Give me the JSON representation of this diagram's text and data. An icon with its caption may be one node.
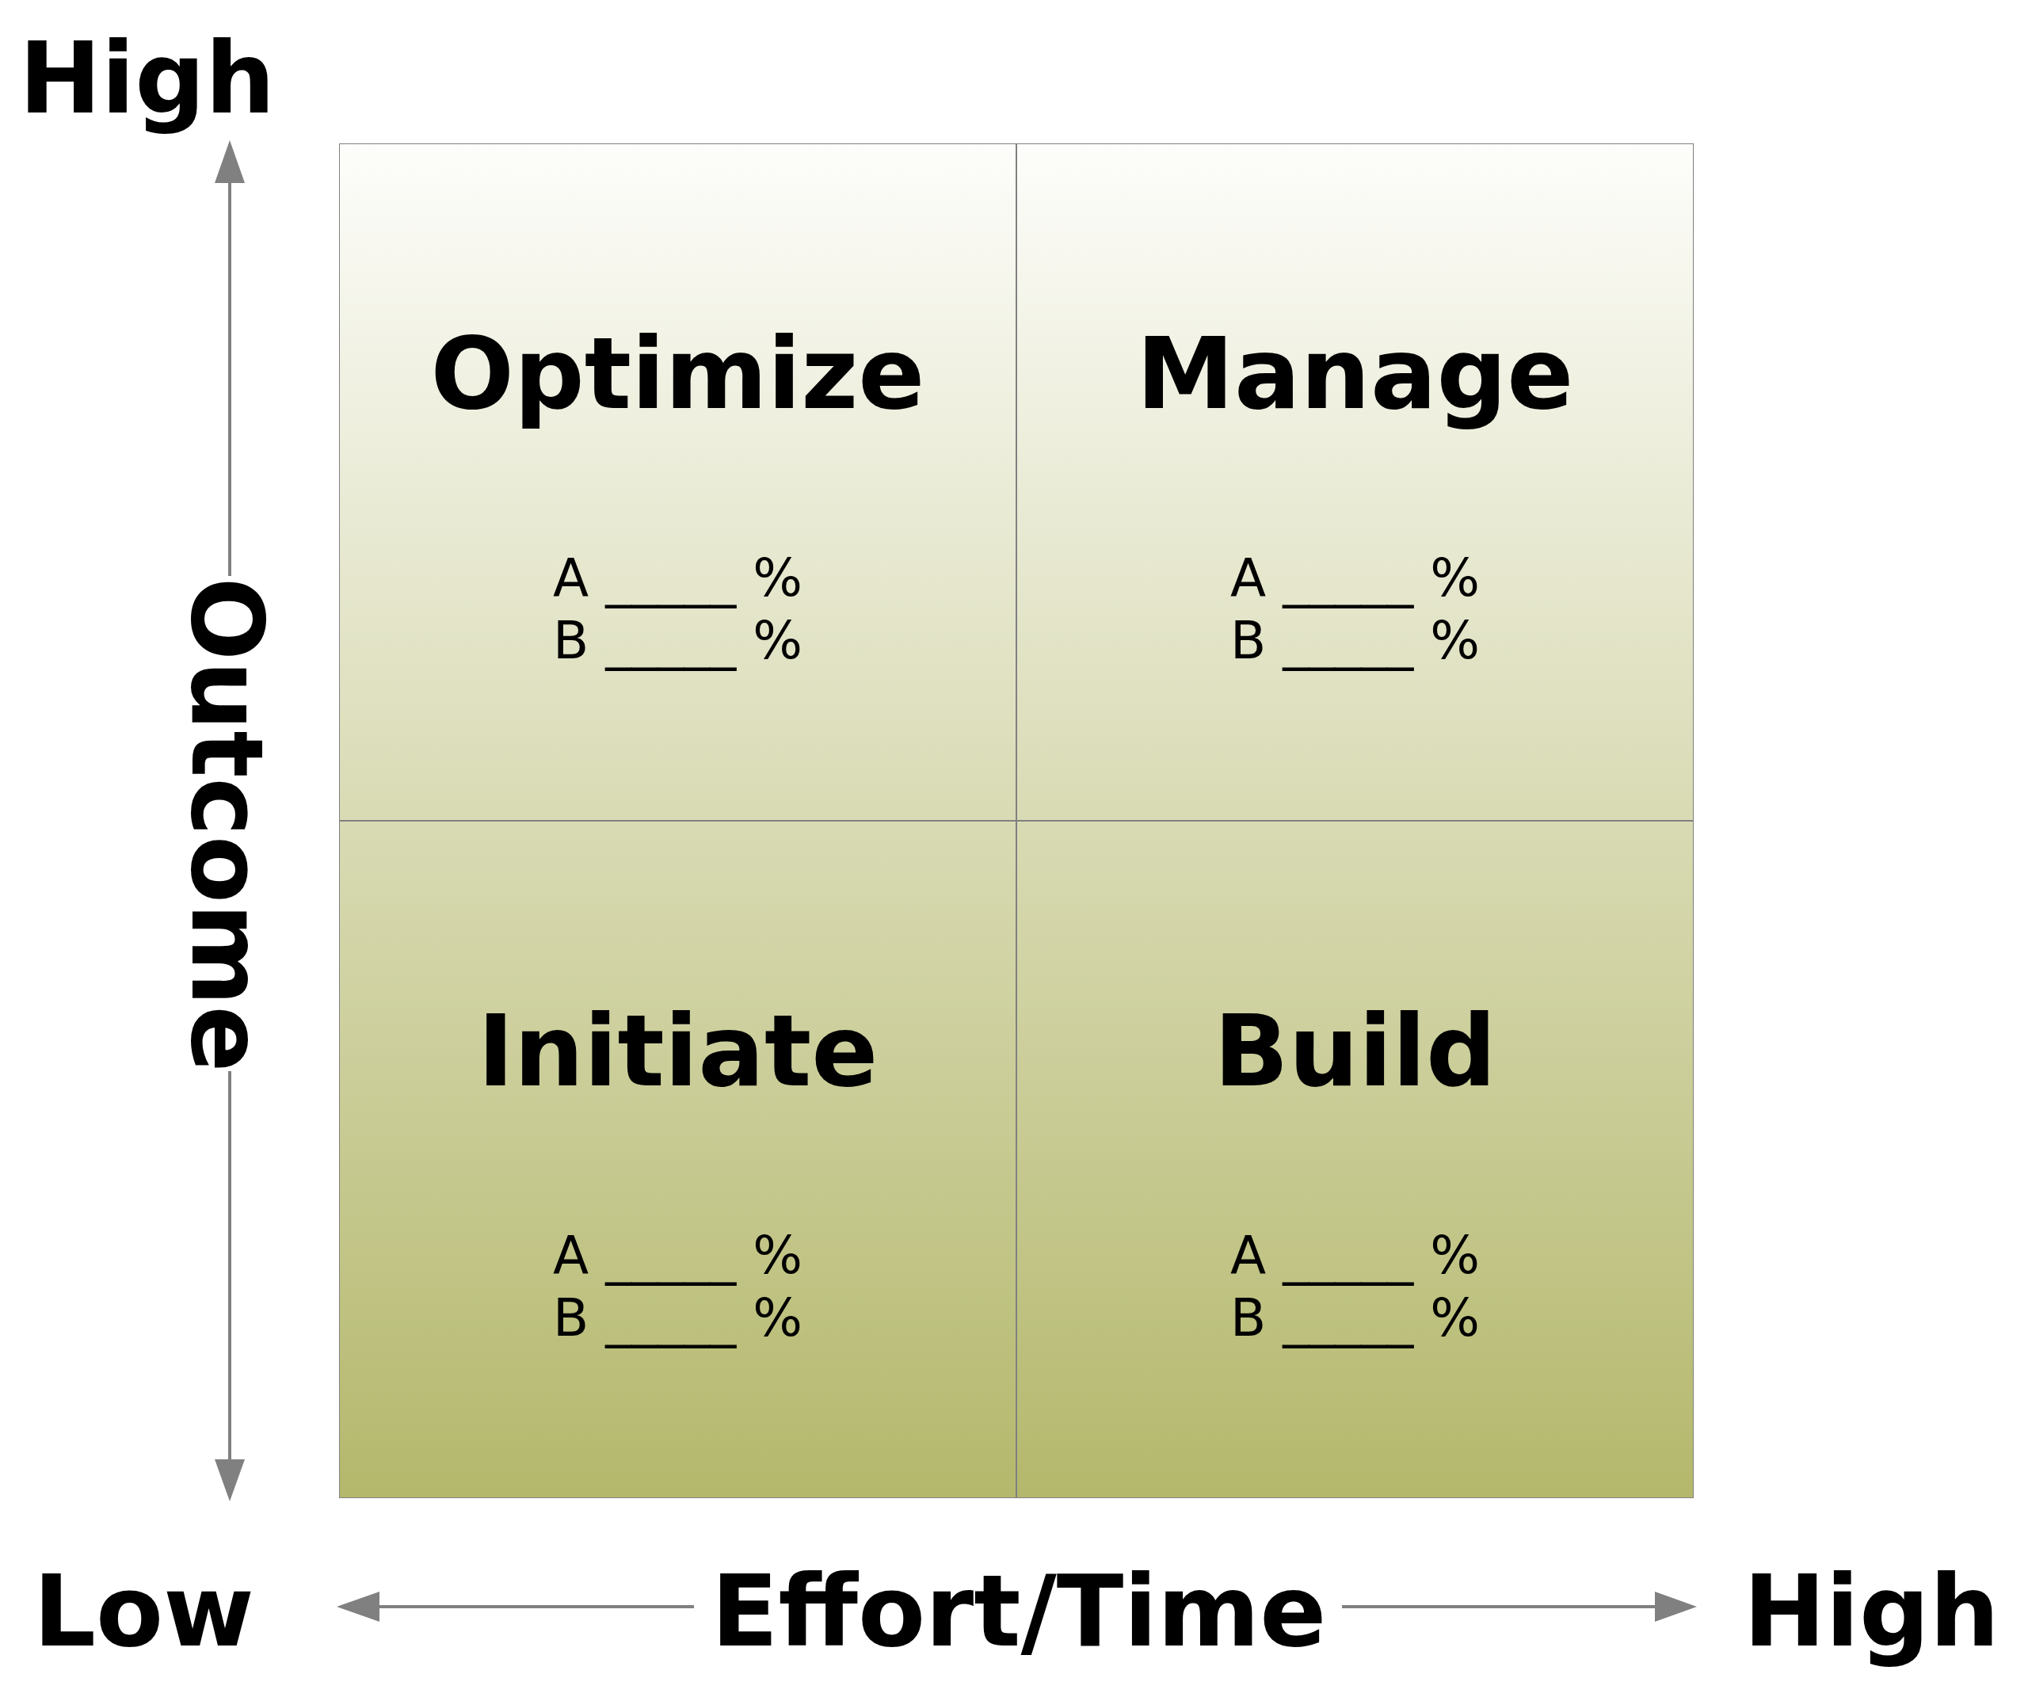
{
  "diagram": {
    "nodes": [
      {
        "text": [
          "Optimize",
          "A _____ %",
          "B _____ %"
        ]
      },
      {
        "text": [
          "Manage",
          "A _____ %",
          "B _____ %"
        ]
      },
      {
        "text": [
          "Initiate",
          "A _____ %",
          "B _____ %"
        ]
      },
      {
        "text": [
          "Build",
          "A _____ %",
          "B _____ %"
        ]
      }
    ],
    "labels": [
      "High",
      "Outcome",
      "Low",
      "Effort/Time",
      "High"
    ]
  }
}
